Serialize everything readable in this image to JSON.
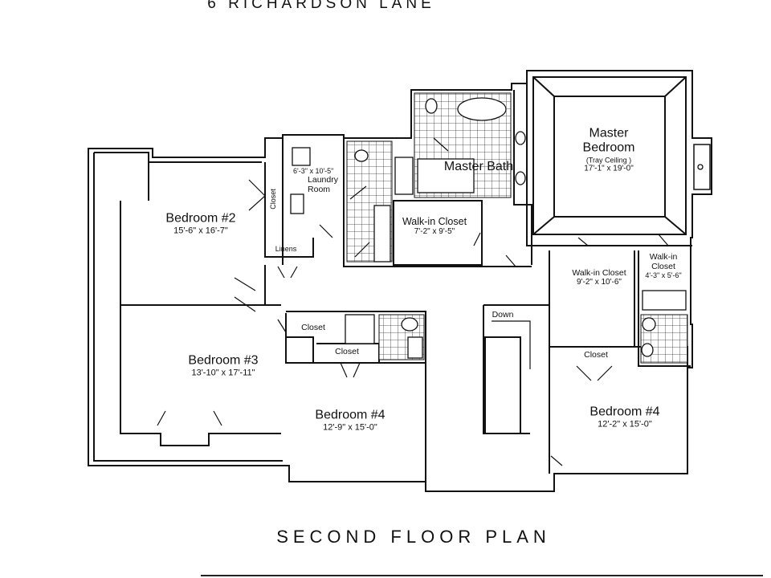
{
  "title": "6  RICHARDSON  LANE",
  "caption": "SECOND FLOOR PLAN",
  "rooms": [
    {
      "key": "master_bedroom",
      "name": "Master\nBedroom",
      "note": "(Tray Ceiling )",
      "dims": "17'-1\" x 19'-0\""
    },
    {
      "key": "master_bath",
      "name": "Master Bath"
    },
    {
      "key": "walkin_master",
      "name": "Walk-in Closet",
      "dims": "7'-2\" x 9'-5\""
    },
    {
      "key": "walkin_right",
      "name": "Walk-in Closet",
      "dims": "9'-2\" x 10'-6\""
    },
    {
      "key": "walkin_small",
      "name": "Walk-in\nCloset",
      "dims": "4'-3\" x 5'-6\""
    },
    {
      "key": "laundry",
      "name": "Laundry\nRoom",
      "dims": "6'-3\" x 10'-5\""
    },
    {
      "key": "bedroom2",
      "name": "Bedroom #2",
      "dims": "15'-6\" x 16'-7\""
    },
    {
      "key": "bedroom3",
      "name": "Bedroom #3",
      "dims": "13'-10\" x 17'-11\""
    },
    {
      "key": "bedroom4_left",
      "name": "Bedroom #4",
      "dims": "12'-9\" x 15'-0\""
    },
    {
      "key": "bedroom4_right",
      "name": "Bedroom #4",
      "dims": "12'-2\" x 15'-0\""
    }
  ],
  "labels": {
    "closet": "Closet",
    "linens": "Linens",
    "down": "Down"
  }
}
